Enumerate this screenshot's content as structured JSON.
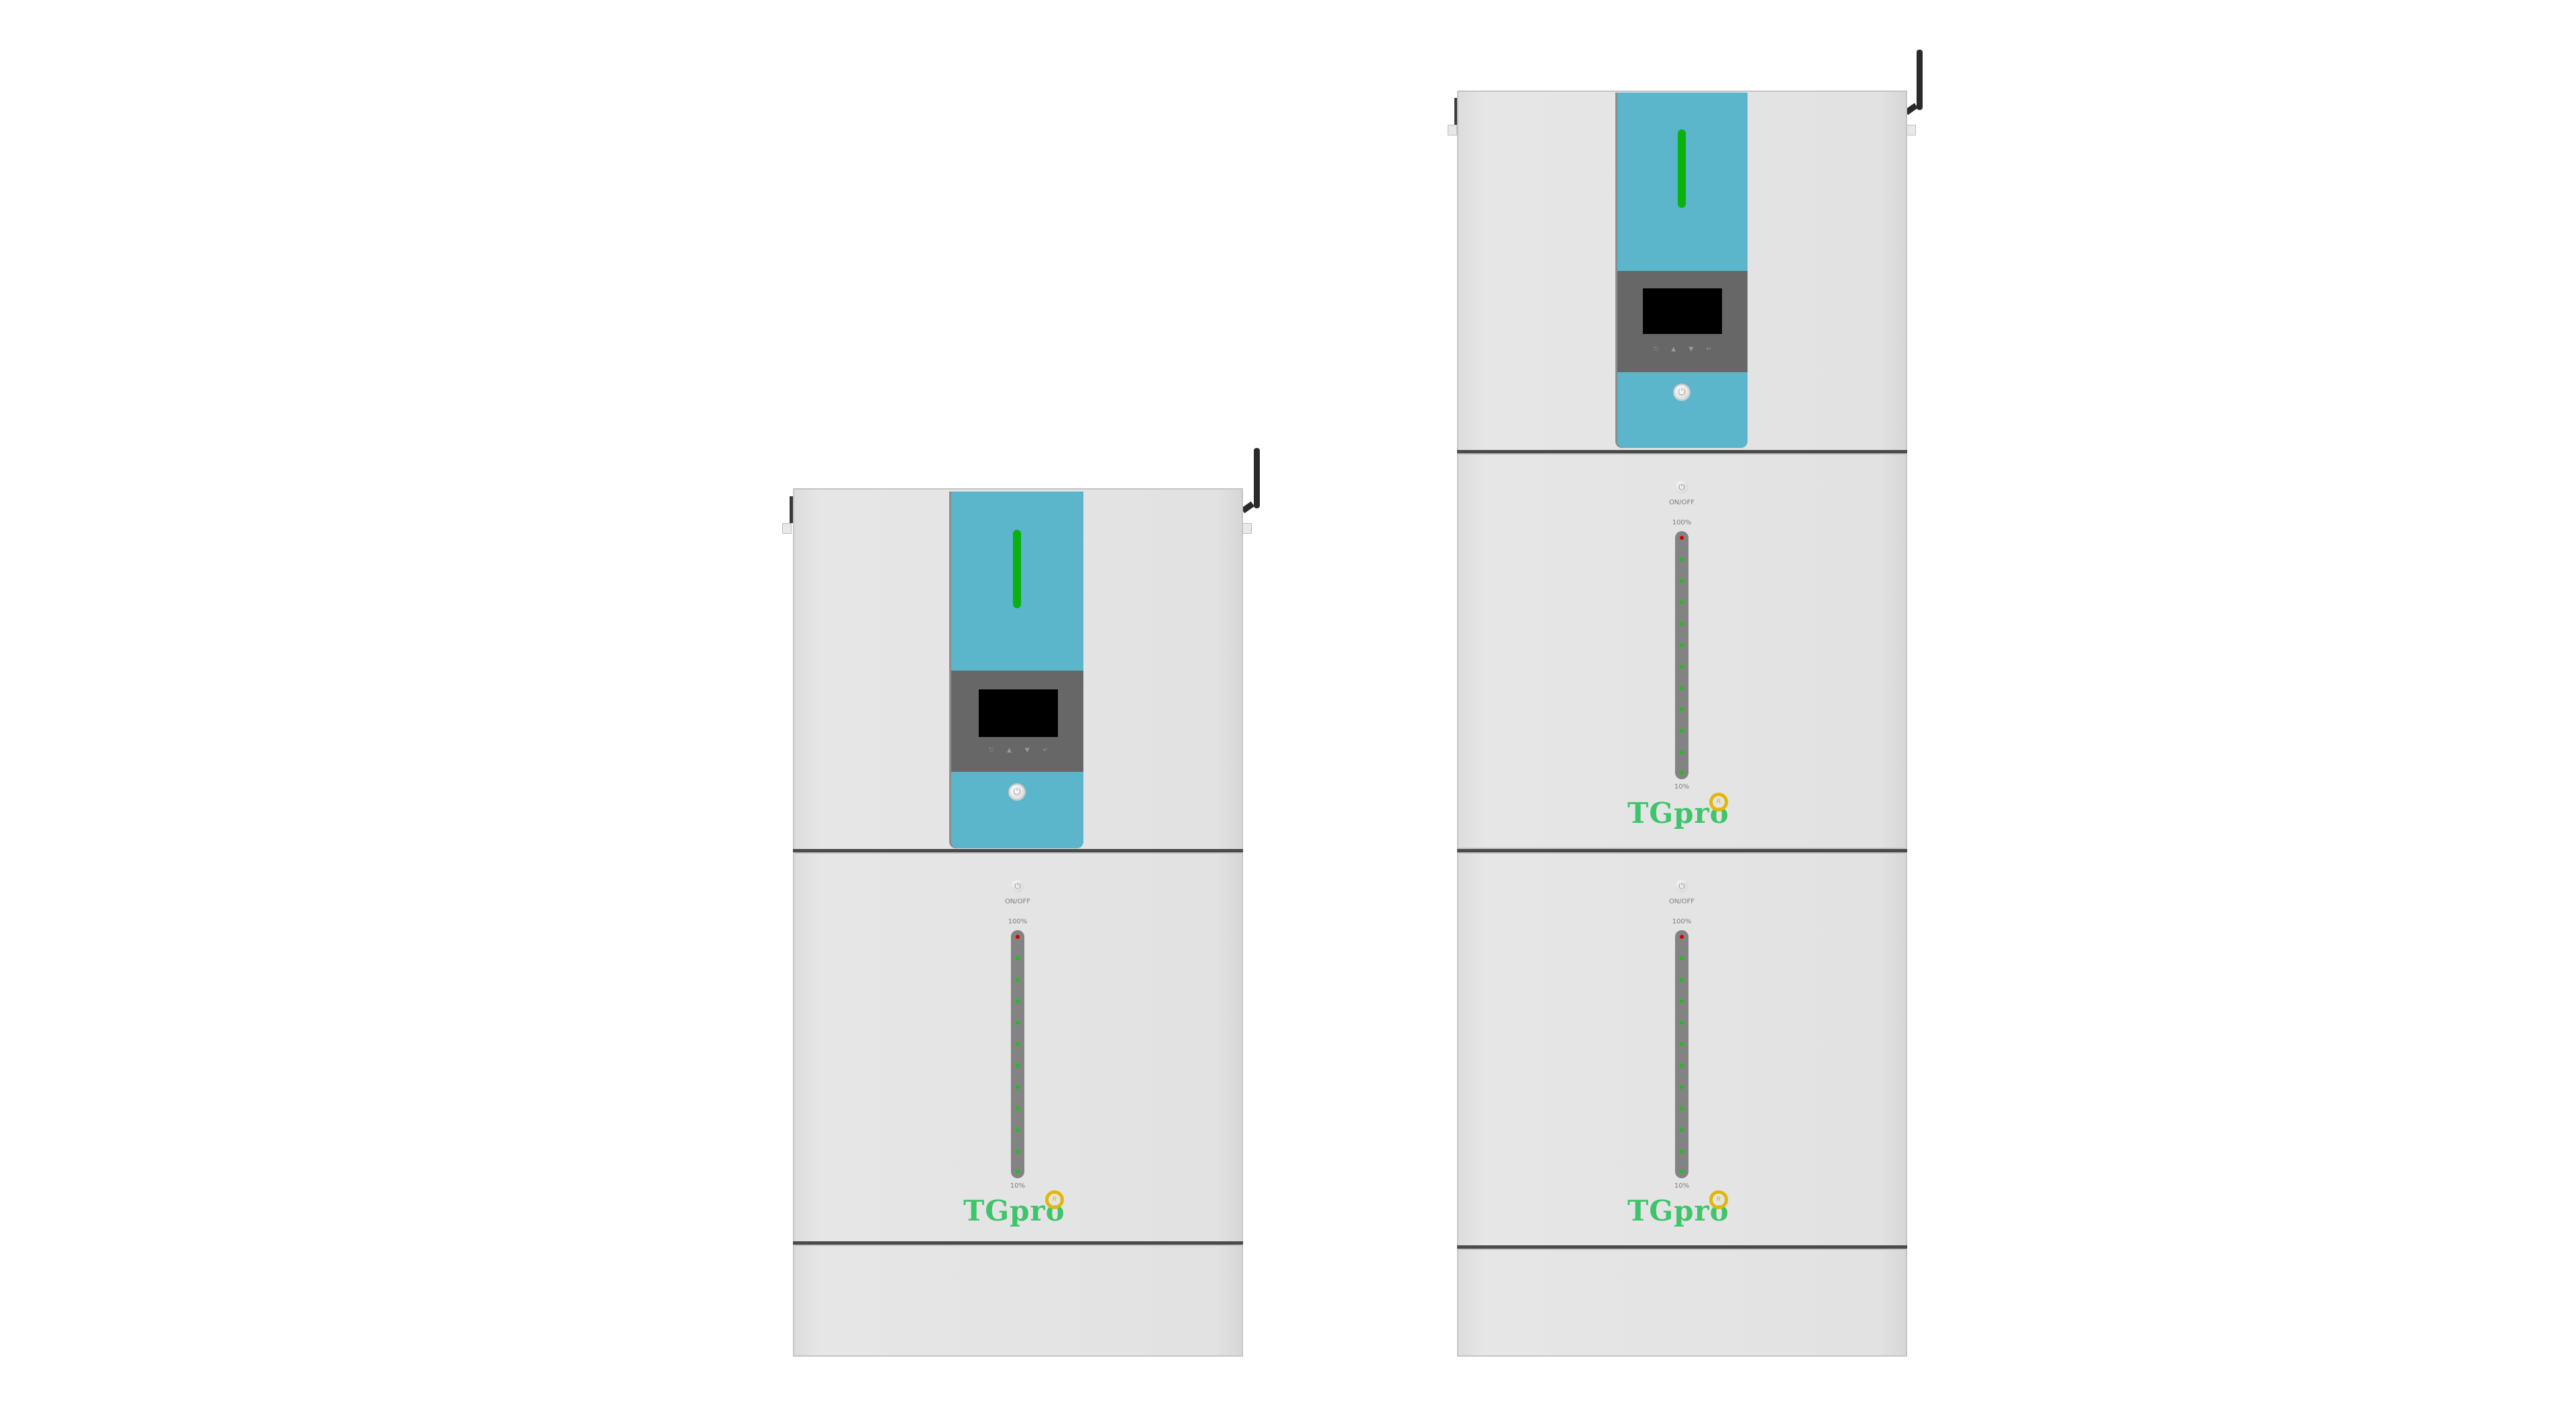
{
  "scene": {
    "description": "Product render of two stacked TGpro home energy storage systems on white background",
    "background_color": "#ffffff"
  },
  "colors": {
    "cabinet": "#e3e3e3",
    "inverter_panel": "#5bb5cb",
    "status_bar_green": "#0bb20f",
    "display_band": "#676767",
    "lcd": "#000000",
    "led_red": "#d40000",
    "led_green": "#19c219",
    "logo_green": "#3ec46a",
    "logo_sun": "#e2b70c"
  },
  "units": [
    {
      "name": "Inverter + 1 battery module",
      "inverter": {
        "keypad_icons": [
          "back-icon",
          "up-arrow-icon",
          "down-arrow-icon",
          "enter-icon"
        ],
        "keypad_glyphs": [
          "⎋",
          "▲",
          "▼",
          "↵"
        ],
        "power_glyph": "⏻"
      },
      "batteries": [
        {
          "switch_label": "ON/OFF",
          "switch_glyph": "⏻",
          "soc_top_label": "100%",
          "soc_bottom_label": "10%",
          "brand": "TGpro",
          "brand_mark": "R"
        }
      ]
    },
    {
      "name": "Inverter + 2 battery modules",
      "inverter": {
        "keypad_icons": [
          "back-icon",
          "up-arrow-icon",
          "down-arrow-icon",
          "enter-icon"
        ],
        "keypad_glyphs": [
          "⎋",
          "▲",
          "▼",
          "↵"
        ],
        "power_glyph": "⏻"
      },
      "batteries": [
        {
          "switch_label": "ON/OFF",
          "switch_glyph": "⏻",
          "soc_top_label": "100%",
          "soc_bottom_label": "10%",
          "brand": "TGpro",
          "brand_mark": "R"
        },
        {
          "switch_label": "ON/OFF",
          "switch_glyph": "⏻",
          "soc_top_label": "100%",
          "soc_bottom_label": "10%",
          "brand": "TGpro",
          "brand_mark": "R"
        }
      ]
    }
  ],
  "soc_leds": {
    "count": 12,
    "red_index": 0
  }
}
